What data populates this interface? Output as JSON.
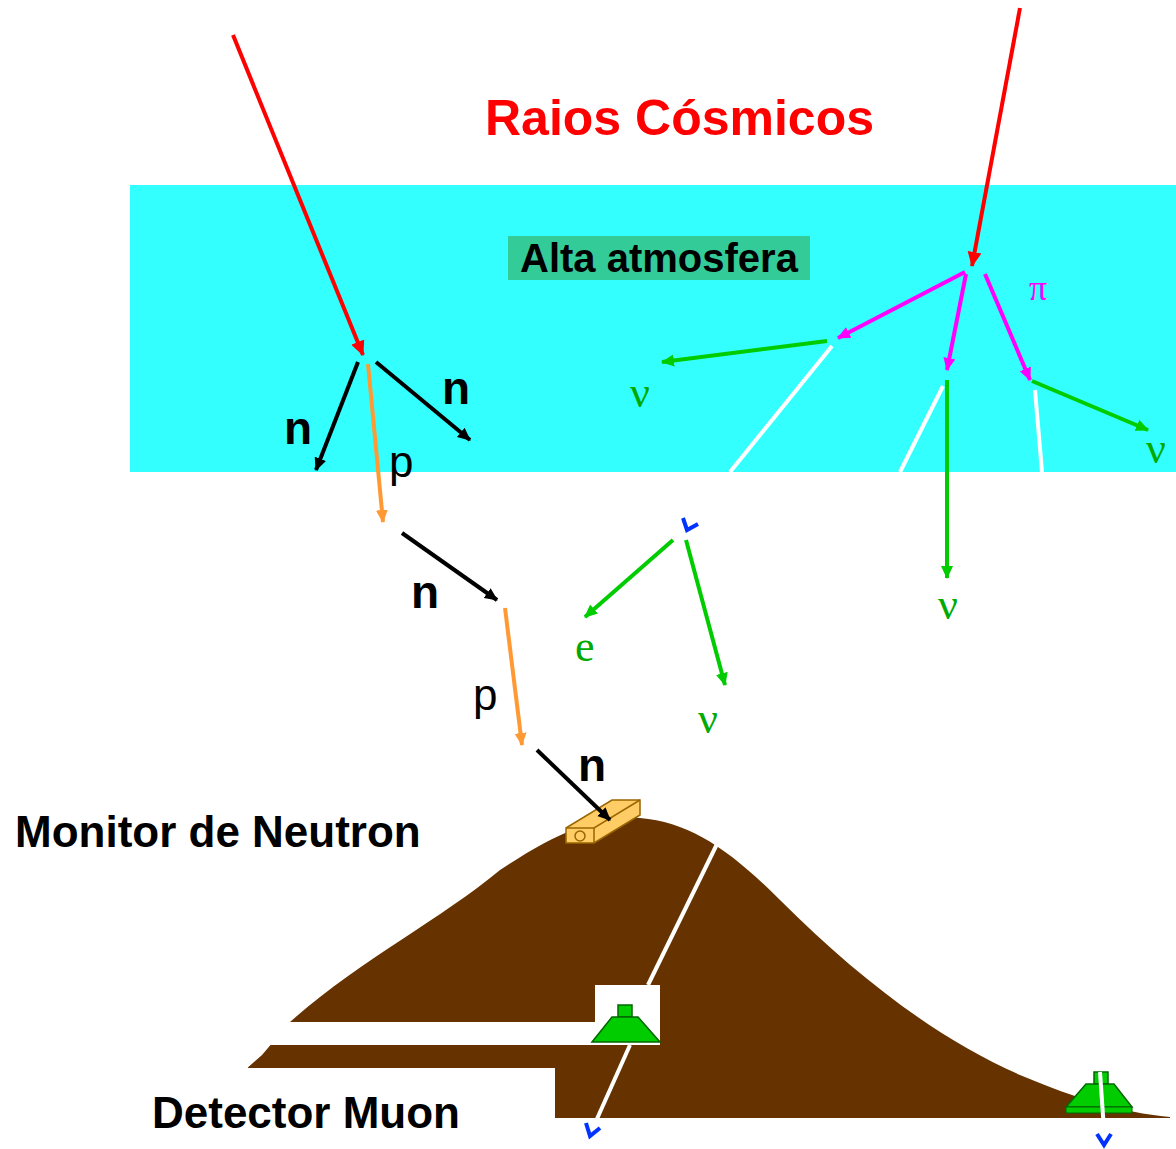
{
  "diagram": {
    "title": "Raios Cósmicos",
    "nodes": [
      {
        "text": [
          "Alta atmosfera"
        ]
      }
    ],
    "labels": [
      "n",
      "p",
      "n",
      "n",
      "π",
      "ν",
      "ν",
      "ν",
      "e",
      "p",
      "ν",
      "n",
      "Monitor de Neutron",
      "Detector Muon"
    ]
  }
}
